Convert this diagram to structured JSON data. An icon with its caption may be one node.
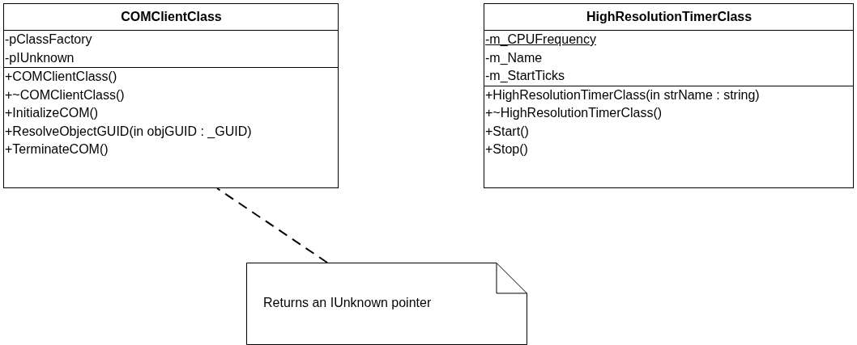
{
  "diagram": {
    "nodes": [
      {
        "text": [
          "COMClientClass",
          "-pClassFactory",
          "-pIUnknown",
          "+COMClientClass()",
          "+~COMClientClass()",
          "+InitializeCOM()",
          "+ResolveObjectGUID(in objGUID : _GUID)",
          "+TerminateCOM()"
        ]
      },
      {
        "text": [
          "HighResolutionTimerClass",
          "-m_CPUFrequency",
          "-m_Name",
          "-m_StartTicks",
          "+HighResolutionTimerClass(in strName : string)",
          "+~HighResolutionTimerClass()",
          "+Start()",
          "+Stop()"
        ]
      },
      {
        "text": [
          "Returns an IUnknown pointer"
        ]
      }
    ],
    "edges": [
      {
        "from": 2,
        "to": 0,
        "arrow": "none",
        "style": "dashed"
      }
    ]
  }
}
